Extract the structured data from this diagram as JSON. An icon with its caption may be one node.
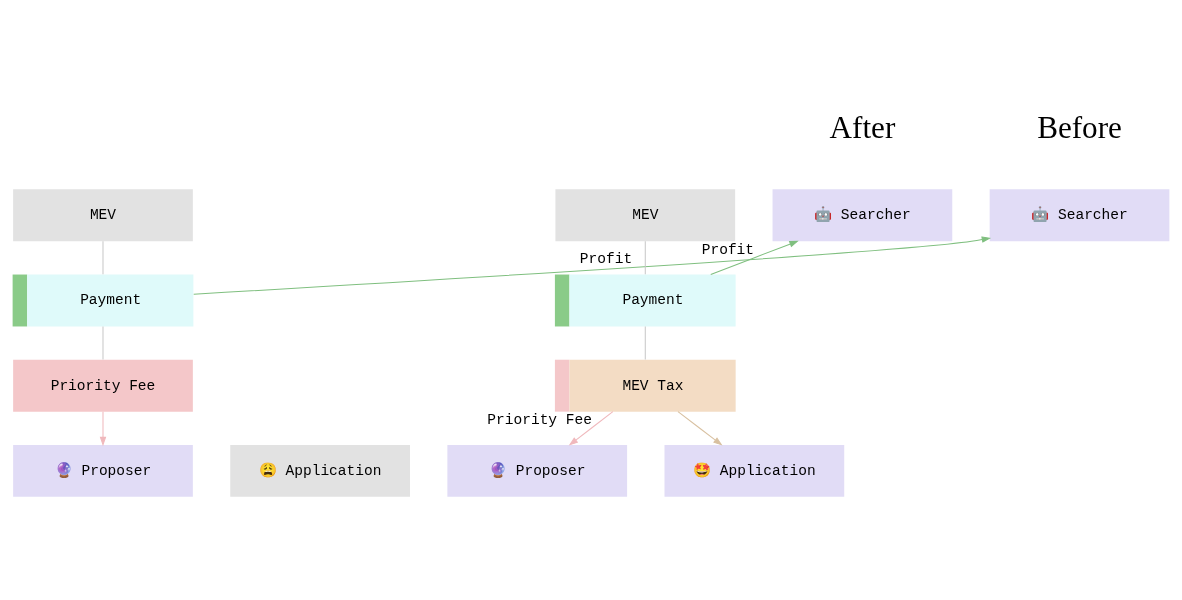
{
  "diagram": {
    "nodes": [
      {
        "text": [
          "🤖 Searcher"
        ]
      },
      {
        "text": [
          "MEV"
        ]
      },
      {
        "text": [
          "Payment"
        ]
      },
      {
        "text": [
          "Priority Fee"
        ]
      },
      {
        "text": [
          "🔮 Proposer"
        ]
      },
      {
        "text": [
          "😩 Application"
        ]
      },
      {
        "text": [
          "🤖 Searcher"
        ]
      },
      {
        "text": [
          "MEV"
        ]
      },
      {
        "text": [
          "Payment"
        ]
      },
      {
        "text": [
          "MEV Tax"
        ]
      },
      {
        "text": [
          "🔮 Proposer"
        ]
      },
      {
        "text": [
          "🤩 Application"
        ]
      }
    ],
    "edges": [
      {
        "from": 1,
        "to": 2,
        "arrow": "none"
      },
      {
        "from": 2,
        "to": 0,
        "arrow": "to",
        "label": "Profit",
        "color": "#7fbf7f"
      },
      {
        "from": 2,
        "to": 3,
        "arrow": "none"
      },
      {
        "from": 3,
        "to": 4,
        "arrow": "to",
        "color": "#f0b8bc"
      },
      {
        "from": 7,
        "to": 8,
        "arrow": "none"
      },
      {
        "from": 8,
        "to": 6,
        "arrow": "to",
        "label": "Profit",
        "color": "#7fbf7f"
      },
      {
        "from": 8,
        "to": 9,
        "arrow": "none"
      },
      {
        "from": 9,
        "to": 10,
        "arrow": "to",
        "label": "Priority Fee",
        "color": "#f0b8bc"
      },
      {
        "from": 9,
        "to": 11,
        "arrow": "to",
        "color": "#d8c0a0"
      }
    ],
    "labels": [
      "Before",
      "After"
    ]
  }
}
